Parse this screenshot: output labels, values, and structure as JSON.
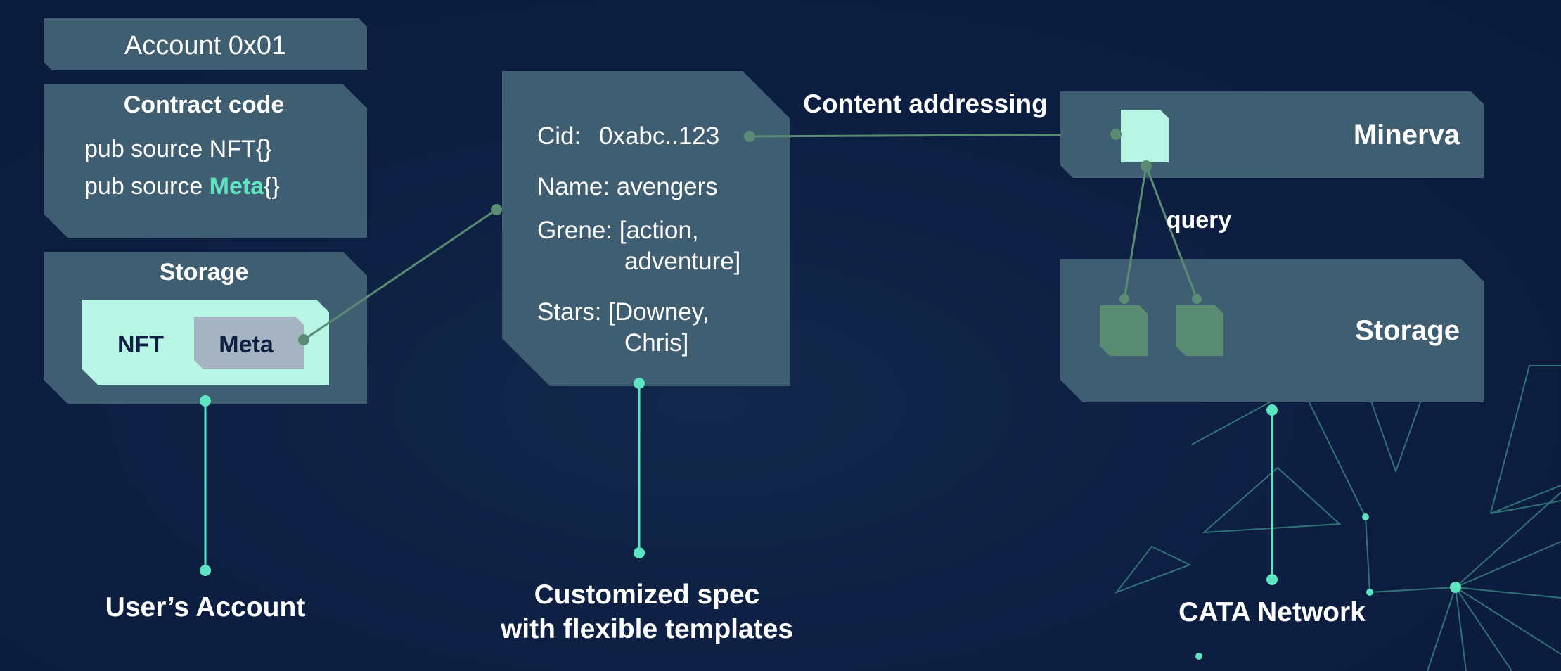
{
  "account": {
    "title": "Account 0x01",
    "contract_code_title": "Contract code",
    "code_line1": "pub source NFT{}",
    "code_line2_prefix": "pub source ",
    "code_line2_highlight": "Meta",
    "code_line2_suffix": "{}",
    "storage_title": "Storage",
    "nft_label": "NFT",
    "meta_label": "Meta",
    "caption": "User’s Account"
  },
  "spec": {
    "cid_label": "Cid:",
    "cid_value": "0xabc..123",
    "name_line": "Name: avengers",
    "genre_line1": "Grene: [action,",
    "genre_line2": "adventure]",
    "stars_line1": "Stars: [Downey,",
    "stars_line2": "Chris]",
    "caption_line1": "Customized spec",
    "caption_line2": "with flexible templates"
  },
  "network": {
    "content_addressing_label": "Content addressing",
    "minerva_label": "Minerva",
    "query_label": "query",
    "storage_label": "Storage",
    "caption": "CATA Network"
  },
  "colors": {
    "panel": "#3f5e72",
    "mint": "#b8f5e4",
    "meta_chip": "#a6b4c2",
    "accent_teal": "#5de4c0",
    "dim_green": "#5a8c74",
    "navy_text": "#0d1f42"
  }
}
